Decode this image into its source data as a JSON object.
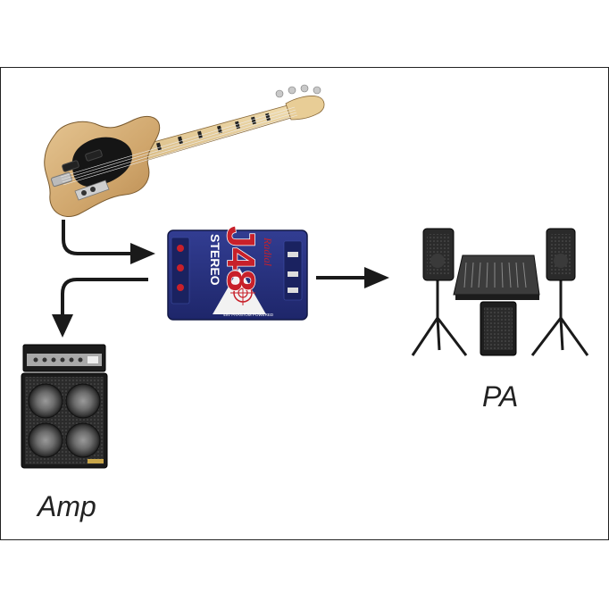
{
  "labels": {
    "amp": "Amp",
    "pa": "PA"
  },
  "di_box": {
    "model": "J48",
    "subtitle": "STEREO",
    "brand": "Radial",
    "caption": "48V PHANTOM POWERED"
  },
  "colors": {
    "di_blue": "#26307a",
    "di_red": "#c8202a",
    "wood": "#d7b27c",
    "arrow": "#1a1a1a",
    "speaker": "#2a2a2a",
    "border": "#222222"
  }
}
